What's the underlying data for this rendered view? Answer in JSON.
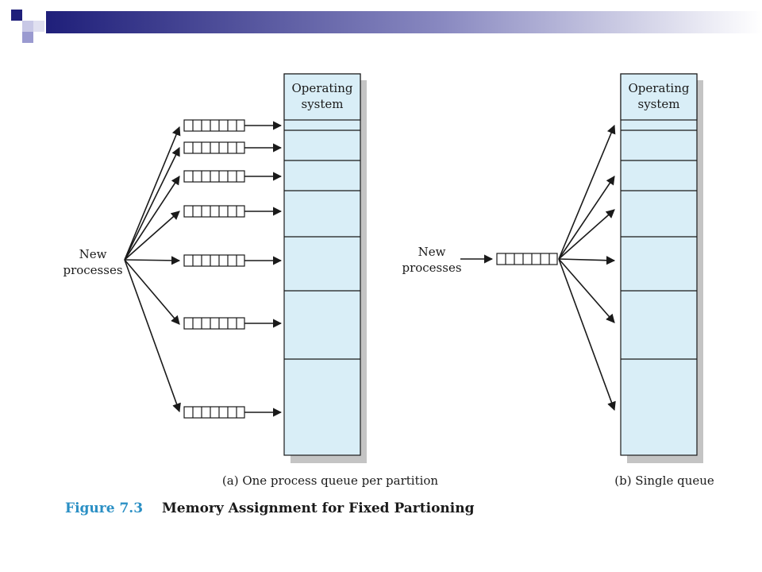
{
  "colors": {
    "partition_fill": "#d9eef7",
    "stroke": "#1a1a1a",
    "shadow": "#c4c4c4",
    "accent": "#2a8fc4",
    "header_dark": "#1f1f7a",
    "header_light": "#8a8ac8"
  },
  "panel_a": {
    "os_label_line1": "Operating",
    "os_label_line2": "system",
    "new_processes_line1": "New",
    "new_processes_line2": "processes",
    "caption": "(a) One process queue per partition"
  },
  "panel_b": {
    "os_label_line1": "Operating",
    "os_label_line2": "system",
    "new_processes_line1": "New",
    "new_processes_line2": "processes",
    "caption": "(b) Single queue"
  },
  "figure": {
    "number": "Figure 7.3",
    "title": "Memory Assignment for Fixed Partioning"
  }
}
